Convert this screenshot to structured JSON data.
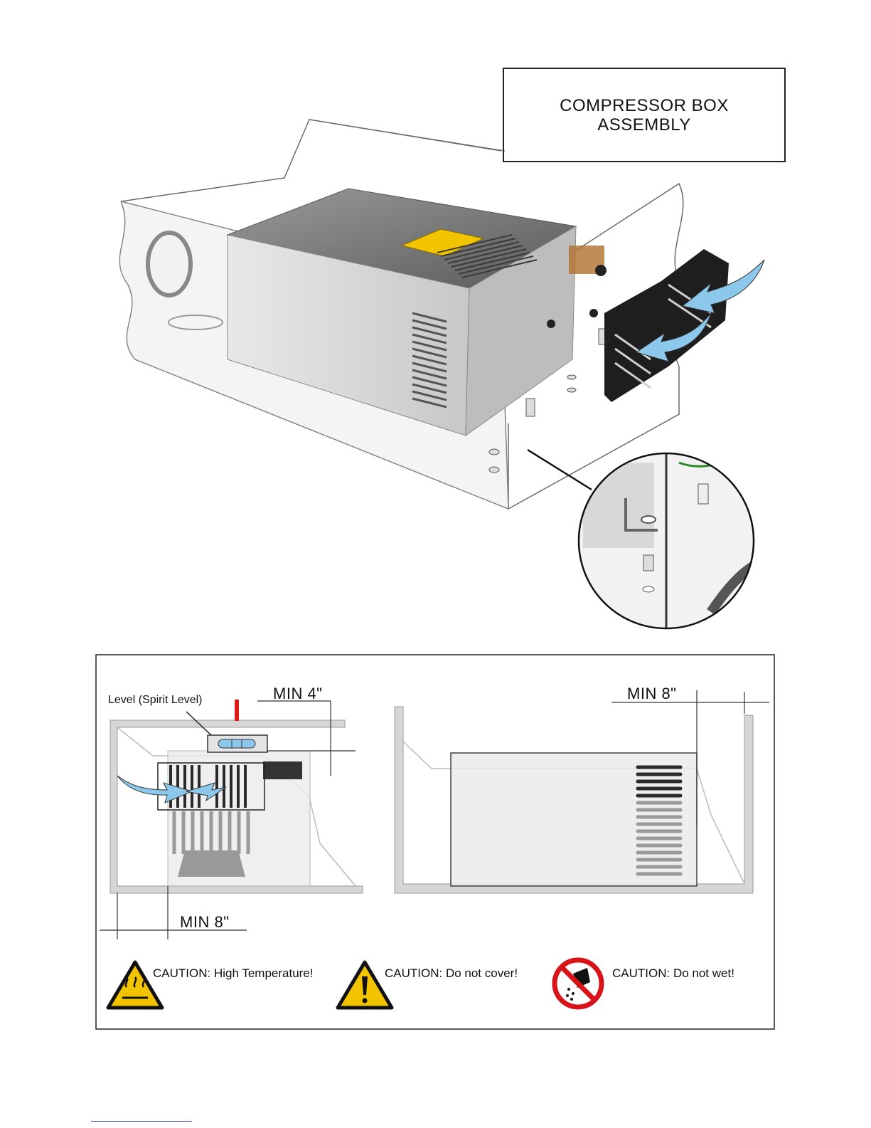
{
  "title": {
    "line1": "COMPRESSOR BOX",
    "line2": "ASSEMBLY"
  },
  "installation": {
    "level_label": "Level (Spirit Level)",
    "clearance_top_left": "MIN 4\"",
    "clearance_bottom_left": "MIN 8\"",
    "clearance_right": "MIN 8\""
  },
  "cautions": [
    {
      "text": "CAUTION:  High Temperature!",
      "icon": "hot-surface-warning-icon"
    },
    {
      "text": "CAUTION:  Do not cover!",
      "icon": "exclamation-warning-icon"
    },
    {
      "text": "CAUTION:  Do not wet!",
      "icon": "no-water-prohibition-icon"
    }
  ],
  "colors": {
    "warning_yellow": "#f2c400",
    "prohibit_red": "#d8141a",
    "airflow_blue": "#8cc8ec",
    "level_red": "#e01818"
  }
}
